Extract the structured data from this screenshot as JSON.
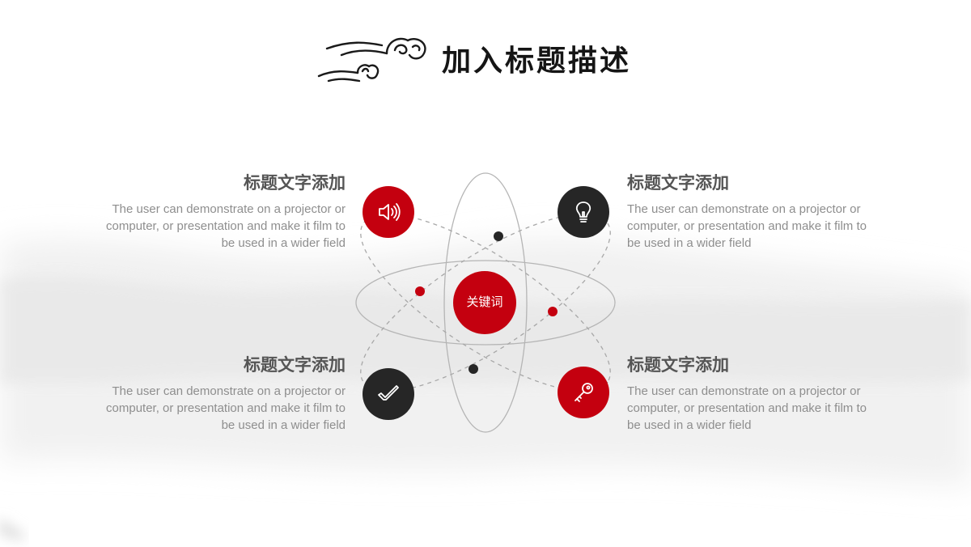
{
  "slide": {
    "title": "加入标题描述"
  },
  "diagram": {
    "center_keyword": "关键词",
    "items": [
      {
        "position": "top-left",
        "title": "标题文字添加",
        "body": "The user can demonstrate on a projector or computer, or presentation and make it film to be used in a wider field",
        "icon": "speaker-icon",
        "color": "#c4000f"
      },
      {
        "position": "top-right",
        "title": "标题文字添加",
        "body": "The user can demonstrate on a projector or computer, or presentation and make it film to be used in a wider field",
        "icon": "lightbulb-icon",
        "color": "#262626"
      },
      {
        "position": "bottom-left",
        "title": "标题文字添加",
        "body": "The user can demonstrate on a projector or computer, or presentation and make it film to be used in a wider field",
        "icon": "checkmark-icon",
        "color": "#262626"
      },
      {
        "position": "bottom-right",
        "title": "标题文字添加",
        "body": "The user can demonstrate on a projector or computer, or presentation and make it film to be used in a wider field",
        "icon": "key-icon",
        "color": "#c4000f"
      }
    ],
    "colors": {
      "accent_red": "#c4000f",
      "dark": "#262626",
      "orbit_gray": "#b5b5b5"
    }
  }
}
